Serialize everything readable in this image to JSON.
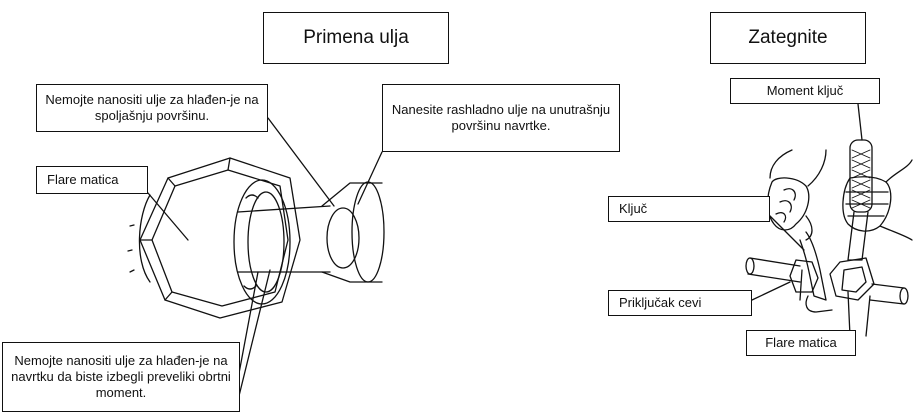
{
  "left_panel": {
    "title": "Primena ulja",
    "callouts": {
      "outer_surface": "Nemojte nanositi ulje za hlađen-je na spoljašnju površinu.",
      "inner_surface": "Nanesite rashladno ulje na unutrašnju površinu navrtke.",
      "flare_nut": "Flare matica",
      "nut_torque": "Nemojte nanositi ulje za hlađen-je na navrtku da biste izbegli preveliki obrtni moment."
    }
  },
  "right_panel": {
    "title": "Zategnite",
    "callouts": {
      "torque_wrench": "Moment ključ",
      "spanner": "Ključ",
      "pipe_union": "Priključak cevi",
      "flare_nut": "Flare matica"
    }
  }
}
